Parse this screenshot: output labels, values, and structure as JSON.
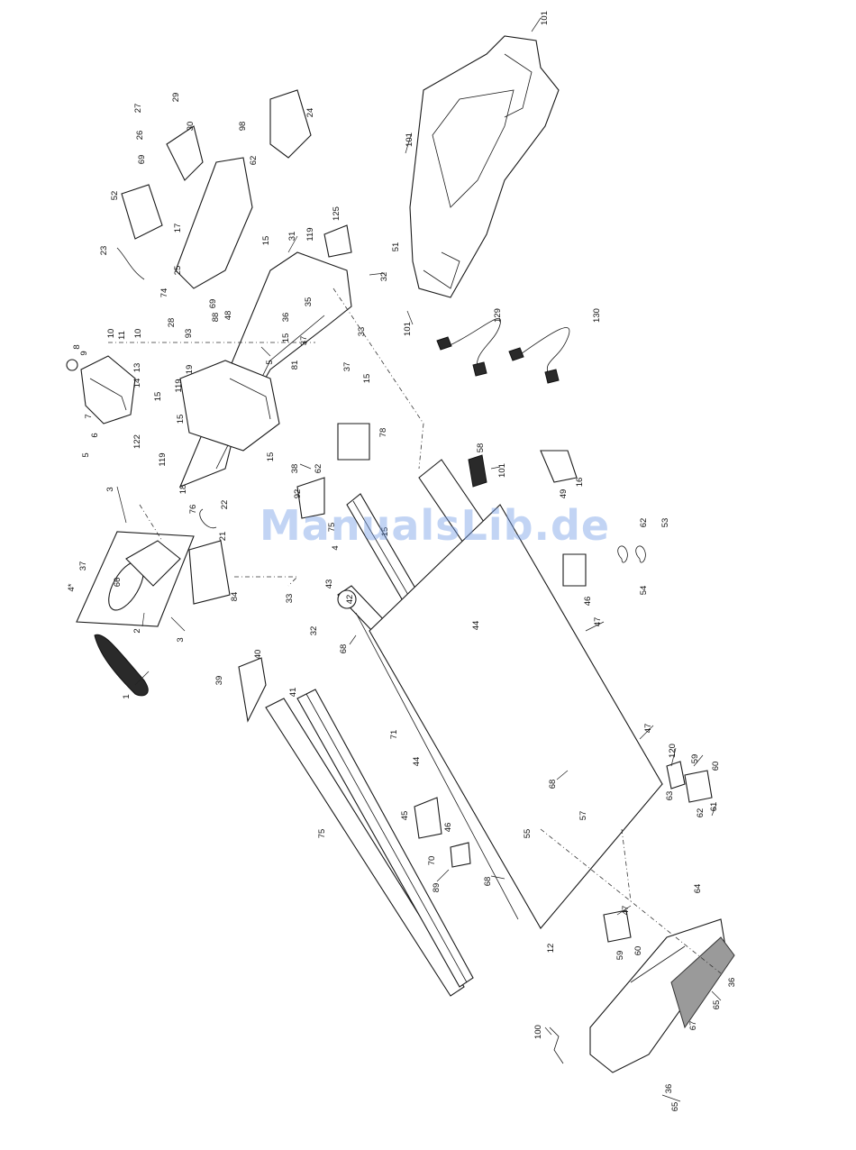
{
  "watermark": {
    "text": "ManualsLib.de"
  },
  "callouts": [
    {
      "id": "c1",
      "text": "1"
    },
    {
      "id": "c2",
      "text": "2"
    },
    {
      "id": "c3a",
      "text": "3"
    },
    {
      "id": "c3b",
      "text": "3"
    },
    {
      "id": "c4s",
      "text": "4*"
    },
    {
      "id": "c4",
      "text": "4"
    },
    {
      "id": "c5a",
      "text": "5"
    },
    {
      "id": "c5b",
      "text": "5"
    },
    {
      "id": "c6",
      "text": "6"
    },
    {
      "id": "c7",
      "text": "7"
    },
    {
      "id": "c8",
      "text": "8"
    },
    {
      "id": "c9",
      "text": "9"
    },
    {
      "id": "c10a",
      "text": "10"
    },
    {
      "id": "c10b",
      "text": "10"
    },
    {
      "id": "c11",
      "text": "11"
    },
    {
      "id": "c12",
      "text": "12"
    },
    {
      "id": "c13",
      "text": "13"
    },
    {
      "id": "c14",
      "text": "14"
    },
    {
      "id": "c15a",
      "text": "15"
    },
    {
      "id": "c15b",
      "text": "15"
    },
    {
      "id": "c15c",
      "text": "15"
    },
    {
      "id": "c15d",
      "text": "15"
    },
    {
      "id": "c15e",
      "text": "15"
    },
    {
      "id": "c15f",
      "text": "15"
    },
    {
      "id": "c15g",
      "text": "15"
    },
    {
      "id": "c16",
      "text": "16"
    },
    {
      "id": "c17",
      "text": "17"
    },
    {
      "id": "c18",
      "text": "18"
    },
    {
      "id": "c19",
      "text": "19"
    },
    {
      "id": "c21",
      "text": "21"
    },
    {
      "id": "c22",
      "text": "22"
    },
    {
      "id": "c23",
      "text": "23"
    },
    {
      "id": "c24",
      "text": "24"
    },
    {
      "id": "c25",
      "text": "25"
    },
    {
      "id": "c26",
      "text": "26"
    },
    {
      "id": "c27",
      "text": "27"
    },
    {
      "id": "c28",
      "text": "28"
    },
    {
      "id": "c29",
      "text": "29"
    },
    {
      "id": "c30",
      "text": "30"
    },
    {
      "id": "c31",
      "text": "31"
    },
    {
      "id": "c32a",
      "text": "32"
    },
    {
      "id": "c32b",
      "text": "32"
    },
    {
      "id": "c33a",
      "text": "33"
    },
    {
      "id": "c33b",
      "text": "33"
    },
    {
      "id": "c35",
      "text": "35"
    },
    {
      "id": "c36a",
      "text": "36"
    },
    {
      "id": "c36b",
      "text": "36"
    },
    {
      "id": "c36c",
      "text": "36"
    },
    {
      "id": "c37a",
      "text": "37"
    },
    {
      "id": "c37b",
      "text": "37"
    },
    {
      "id": "c37c",
      "text": "37"
    },
    {
      "id": "c38",
      "text": "38"
    },
    {
      "id": "c39",
      "text": "39"
    },
    {
      "id": "c40",
      "text": "40"
    },
    {
      "id": "c41",
      "text": "41"
    },
    {
      "id": "c42",
      "text": "42"
    },
    {
      "id": "c43",
      "text": "43"
    },
    {
      "id": "c44a",
      "text": "44"
    },
    {
      "id": "c44b",
      "text": "44"
    },
    {
      "id": "c45",
      "text": "45"
    },
    {
      "id": "c46a",
      "text": "46"
    },
    {
      "id": "c46b",
      "text": "46"
    },
    {
      "id": "c47a",
      "text": "47"
    },
    {
      "id": "c47b",
      "text": "47"
    },
    {
      "id": "c47c",
      "text": "47"
    },
    {
      "id": "c48",
      "text": "48"
    },
    {
      "id": "c49",
      "text": "49"
    },
    {
      "id": "c51",
      "text": "51"
    },
    {
      "id": "c52",
      "text": "52"
    },
    {
      "id": "c53",
      "text": "53"
    },
    {
      "id": "c54",
      "text": "54"
    },
    {
      "id": "c55",
      "text": "55"
    },
    {
      "id": "c57",
      "text": "57"
    },
    {
      "id": "c58",
      "text": "58"
    },
    {
      "id": "c59a",
      "text": "59"
    },
    {
      "id": "c59b",
      "text": "59"
    },
    {
      "id": "c60a",
      "text": "60"
    },
    {
      "id": "c60b",
      "text": "60"
    },
    {
      "id": "c61",
      "text": "61"
    },
    {
      "id": "c62a",
      "text": "62"
    },
    {
      "id": "c62b",
      "text": "62"
    },
    {
      "id": "c62c",
      "text": "62"
    },
    {
      "id": "c62d",
      "text": "62"
    },
    {
      "id": "c63",
      "text": "63"
    },
    {
      "id": "c64",
      "text": "64"
    },
    {
      "id": "c65a",
      "text": "65"
    },
    {
      "id": "c65b",
      "text": "65"
    },
    {
      "id": "c66",
      "text": "66"
    },
    {
      "id": "c67",
      "text": "67"
    },
    {
      "id": "c68a",
      "text": "68"
    },
    {
      "id": "c68b",
      "text": "68"
    },
    {
      "id": "c68c",
      "text": "68"
    },
    {
      "id": "c69a",
      "text": "69"
    },
    {
      "id": "c69b",
      "text": "69"
    },
    {
      "id": "c70",
      "text": "70"
    },
    {
      "id": "c71",
      "text": "71"
    },
    {
      "id": "c74",
      "text": "74"
    },
    {
      "id": "c75a",
      "text": "75"
    },
    {
      "id": "c75b",
      "text": "75"
    },
    {
      "id": "c76",
      "text": "76"
    },
    {
      "id": "c78",
      "text": "78"
    },
    {
      "id": "c81",
      "text": "81"
    },
    {
      "id": "c84",
      "text": "84"
    },
    {
      "id": "c88",
      "text": "88"
    },
    {
      "id": "c89",
      "text": "89"
    },
    {
      "id": "c92",
      "text": "92"
    },
    {
      "id": "c93",
      "text": "93"
    },
    {
      "id": "c98",
      "text": "98"
    },
    {
      "id": "c100",
      "text": "100"
    },
    {
      "id": "c101a",
      "text": "101"
    },
    {
      "id": "c101b",
      "text": "101"
    },
    {
      "id": "c101c",
      "text": "101"
    },
    {
      "id": "c101d",
      "text": "101"
    },
    {
      "id": "c119a",
      "text": "119"
    },
    {
      "id": "c119b",
      "text": "119"
    },
    {
      "id": "c119c",
      "text": "119"
    },
    {
      "id": "c120",
      "text": "120"
    },
    {
      "id": "c122",
      "text": "122"
    },
    {
      "id": "c125",
      "text": "125"
    },
    {
      "id": "c129",
      "text": "129"
    },
    {
      "id": "c130",
      "text": "130"
    }
  ]
}
